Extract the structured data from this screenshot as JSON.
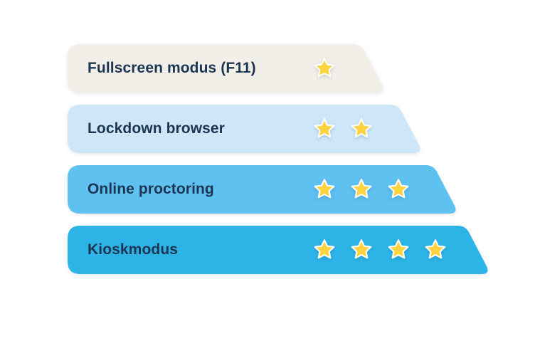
{
  "diagram": {
    "rows": [
      {
        "label": "Fullscreen modus (F11)",
        "stars": 1,
        "color": "#f2efe8"
      },
      {
        "label": "Lockdown browser",
        "stars": 2,
        "color": "#cde7f8"
      },
      {
        "label": "Online proctoring",
        "stars": 3,
        "color": "#5ec1f0"
      },
      {
        "label": "Kioskmodus",
        "stars": 4,
        "color": "#2db4e7"
      }
    ],
    "star_color": "#ffd23f",
    "star_outline_color": "#ffffff",
    "text_color": "#1c3553"
  }
}
